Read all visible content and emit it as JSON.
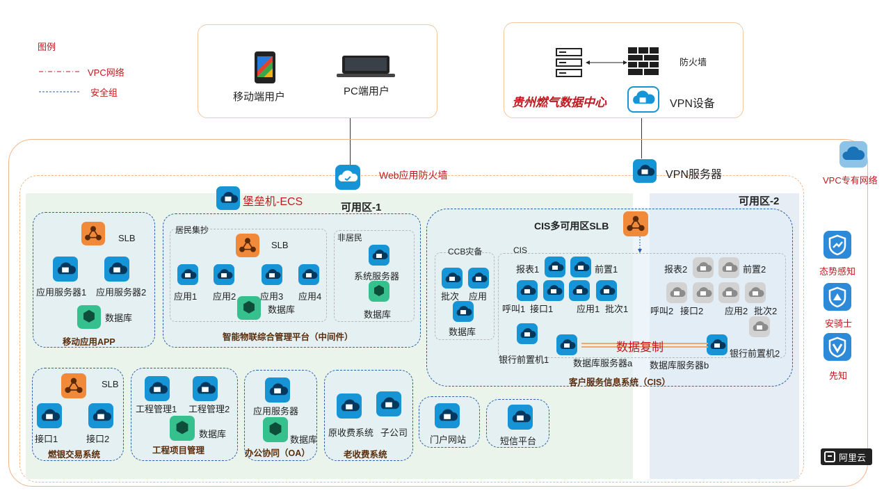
{
  "legend": {
    "title": "图例",
    "vpc_network": "VPC网络",
    "security_group": "安全组"
  },
  "users": {
    "mobile": "移动端用户",
    "pc": "PC端用户"
  },
  "datacenter": {
    "firewall": "防火墙",
    "name": "贵州燃气数据中心",
    "vpn_device": "VPN设备"
  },
  "network": {
    "waf": "Web应用防火墙",
    "vpn_server": "VPN服务器",
    "vpc": "VPC专有网络",
    "bastion": "堡垒机-ECS",
    "zone1": "可用区-1",
    "zone2": "可用区-2"
  },
  "mobile_app": {
    "slb": "SLB",
    "app1": "应用服务器1",
    "app2": "应用服务器2",
    "db": "数据库",
    "title": "移动应用APP"
  },
  "iot": {
    "resident": {
      "title": "居民集抄",
      "slb": "SLB",
      "apps": [
        "应用1",
        "应用2",
        "应用3",
        "应用4"
      ],
      "db": "数据库"
    },
    "nonresident": {
      "title": "非居民",
      "server": "系统服务器",
      "db": "数据库"
    },
    "title": "智能物联综合管理平台（中间件）"
  },
  "cis": {
    "slb": "CIS多可用区SLB",
    "ccb": {
      "title": "CCB灾备",
      "batch": "批次",
      "app": "应用",
      "db": "数据库"
    },
    "zone1": {
      "title": "CIS",
      "meter": "报表1",
      "front": "前置1",
      "call": "呼叫1",
      "iface": "接口1",
      "app": "应用1",
      "batch": "批次1",
      "bank": "银行前置机1",
      "db": "数据库服务器a"
    },
    "zone2": {
      "meter": "报表2",
      "front": "前置2",
      "call": "呼叫2",
      "iface": "接口2",
      "app": "应用2",
      "batch": "批次2",
      "bank": "银行前置机2",
      "db": "数据库服务器b"
    },
    "replication": "数据复制",
    "title": "客户服务信息系统（CIS）"
  },
  "trade": {
    "slb": "SLB",
    "iface1": "接口1",
    "iface2": "接口2",
    "title": "燃银交易系统"
  },
  "project": {
    "p1": "工程管理1",
    "p2": "工程管理2",
    "db": "数据库",
    "title": "工程项目管理"
  },
  "oa": {
    "server": "应用服务器",
    "db": "数据库",
    "title": "办公协同（OA）"
  },
  "oldfee": {
    "sys": "原收费系统",
    "sub": "子公司",
    "title": "老收费系统"
  },
  "portal": {
    "label": "门户网站"
  },
  "sms": {
    "label": "短信平台"
  },
  "security": {
    "situation": "态势感知",
    "knight": "安骑士",
    "prophet": "先知"
  },
  "brand": {
    "logo": "阿里云"
  },
  "colors": {
    "ecs": "#1694d6",
    "slb": "#f08a3a",
    "db": "#36c08e",
    "accent": "#c0191f",
    "zone1": "#eaf4ea",
    "zone2": "#e6edf4"
  }
}
